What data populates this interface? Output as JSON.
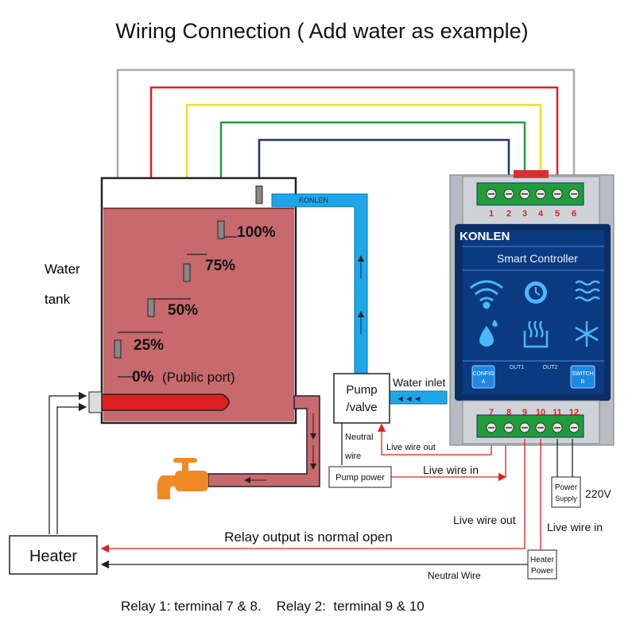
{
  "title": "Wiring Connection ( Add water as example)",
  "tank": {
    "label_line1": "Water",
    "label_line2": "tank",
    "levels": [
      "100%",
      "75%",
      "50%",
      "25%",
      "0%"
    ],
    "public_port_label": "(Public port)",
    "pipe_brand": "KONLEN"
  },
  "pump": {
    "label_line1": "Pump",
    "label_line2": "/valve",
    "water_inlet": "Water inlet",
    "neutral_line1": "Neutral",
    "neutral_line2": "wire",
    "live_out": "Live wire out",
    "live_in": "Live wire in",
    "power": "Pump power"
  },
  "controller": {
    "brand": "KONLEN",
    "name": "Smart Controller",
    "top_terminals": [
      "1",
      "2",
      "3",
      "4",
      "5",
      "6"
    ],
    "bottom_terminals": [
      "7",
      "8",
      "9",
      "10",
      "11",
      "12"
    ],
    "button_config_line1": "CONFIG",
    "button_config_line2": "A",
    "button_switch_line1": "SWITCH",
    "button_switch_line2": "B",
    "out1": "OUT1",
    "out2": "OUT2",
    "icons": [
      "wifi-icon",
      "clock-dial-icon",
      "waves-icon",
      "water-drop-icon",
      "heating-icon",
      "snowflake-icon"
    ]
  },
  "power_supply": {
    "label_line1": "Power",
    "label_line2": "Supply",
    "voltage": "220V"
  },
  "heater": {
    "label": "Heater",
    "relay_note": "Relay output is normal open",
    "live_out": "Live wire out",
    "live_in": "Live wire in",
    "power_line1": "Heater",
    "power_line2": "Power",
    "neutral": "Neutral Wire"
  },
  "footer": "Relay 1: terminal 7 & 8.    Relay 2:  terminal 9 & 10",
  "colors": {
    "water": "#c8696e",
    "pipe_blue": "#1ea7e8",
    "wire_gray": "#aaaaaa",
    "wire_red": "#e02020",
    "wire_yellow": "#f0e020",
    "wire_green": "#20a040",
    "wire_blue": "#203080",
    "panel": "#0a2e66"
  }
}
